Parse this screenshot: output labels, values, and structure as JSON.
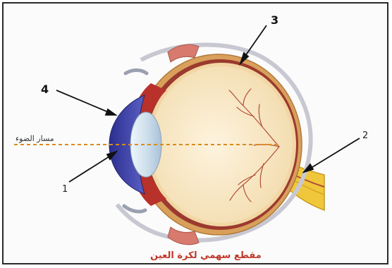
{
  "labels": {
    "label_1": "1",
    "label_2": "2",
    "label_3": "3",
    "label_4": "4"
  },
  "light_path_label": "مسار الضوء",
  "caption": "مقطع سهمي لكرة العين",
  "colors": {
    "sclera": "#d9a05b",
    "choroid": "#9b3a2e",
    "retina": "#f5e3bc",
    "vitreous": "#fbecd0",
    "cornea_iris": "#3a3fa8",
    "lens": "#cfe0ee",
    "optic_nerve": "#f0c73a",
    "vessels": "#b24f36",
    "light_path": "#d98c1e",
    "caption": "#c0392b"
  }
}
